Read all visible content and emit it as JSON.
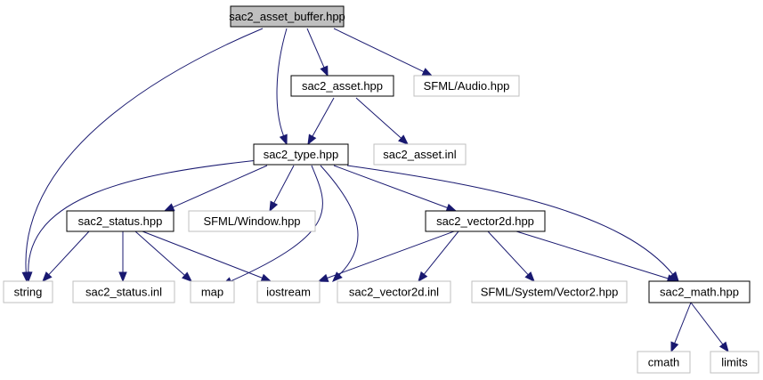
{
  "diagram": {
    "colors": {
      "edge": "#191970",
      "root_fill": "#bfbfbf",
      "documented_border": "#000000",
      "external_border": "#bfbfbf",
      "node_fill": "#ffffff"
    },
    "nodes": [
      {
        "id": "root",
        "label": "sac2_asset_buffer.hpp",
        "kind": "root"
      },
      {
        "id": "asset",
        "label": "sac2_asset.hpp",
        "kind": "documented"
      },
      {
        "id": "audio",
        "label": "SFML/Audio.hpp",
        "kind": "external"
      },
      {
        "id": "type",
        "label": "sac2_type.hpp",
        "kind": "documented"
      },
      {
        "id": "assetinl",
        "label": "sac2_asset.inl",
        "kind": "external"
      },
      {
        "id": "status",
        "label": "sac2_status.hpp",
        "kind": "documented"
      },
      {
        "id": "window",
        "label": "SFML/Window.hpp",
        "kind": "external"
      },
      {
        "id": "vector2d",
        "label": "sac2_vector2d.hpp",
        "kind": "documented"
      },
      {
        "id": "string",
        "label": "string",
        "kind": "external"
      },
      {
        "id": "statusinl",
        "label": "sac2_status.inl",
        "kind": "external"
      },
      {
        "id": "map",
        "label": "map",
        "kind": "external"
      },
      {
        "id": "iostream",
        "label": "iostream",
        "kind": "external"
      },
      {
        "id": "vector2dinl",
        "label": "sac2_vector2d.inl",
        "kind": "external"
      },
      {
        "id": "sfmlvec2",
        "label": "SFML/System/Vector2.hpp",
        "kind": "external"
      },
      {
        "id": "math",
        "label": "sac2_math.hpp",
        "kind": "documented"
      },
      {
        "id": "cmath",
        "label": "cmath",
        "kind": "external"
      },
      {
        "id": "limits",
        "label": "limits",
        "kind": "external"
      }
    ],
    "edges": [
      {
        "from": "root",
        "to": "string"
      },
      {
        "from": "root",
        "to": "type"
      },
      {
        "from": "root",
        "to": "asset"
      },
      {
        "from": "root",
        "to": "audio"
      },
      {
        "from": "asset",
        "to": "type"
      },
      {
        "from": "asset",
        "to": "assetinl"
      },
      {
        "from": "type",
        "to": "string"
      },
      {
        "from": "type",
        "to": "status"
      },
      {
        "from": "type",
        "to": "window"
      },
      {
        "from": "type",
        "to": "map"
      },
      {
        "from": "type",
        "to": "iostream"
      },
      {
        "from": "type",
        "to": "vector2d"
      },
      {
        "from": "type",
        "to": "math"
      },
      {
        "from": "status",
        "to": "string"
      },
      {
        "from": "status",
        "to": "statusinl"
      },
      {
        "from": "status",
        "to": "map"
      },
      {
        "from": "status",
        "to": "iostream"
      },
      {
        "from": "vector2d",
        "to": "iostream"
      },
      {
        "from": "vector2d",
        "to": "vector2dinl"
      },
      {
        "from": "vector2d",
        "to": "sfmlvec2"
      },
      {
        "from": "vector2d",
        "to": "math"
      },
      {
        "from": "math",
        "to": "cmath"
      },
      {
        "from": "math",
        "to": "limits"
      }
    ]
  }
}
